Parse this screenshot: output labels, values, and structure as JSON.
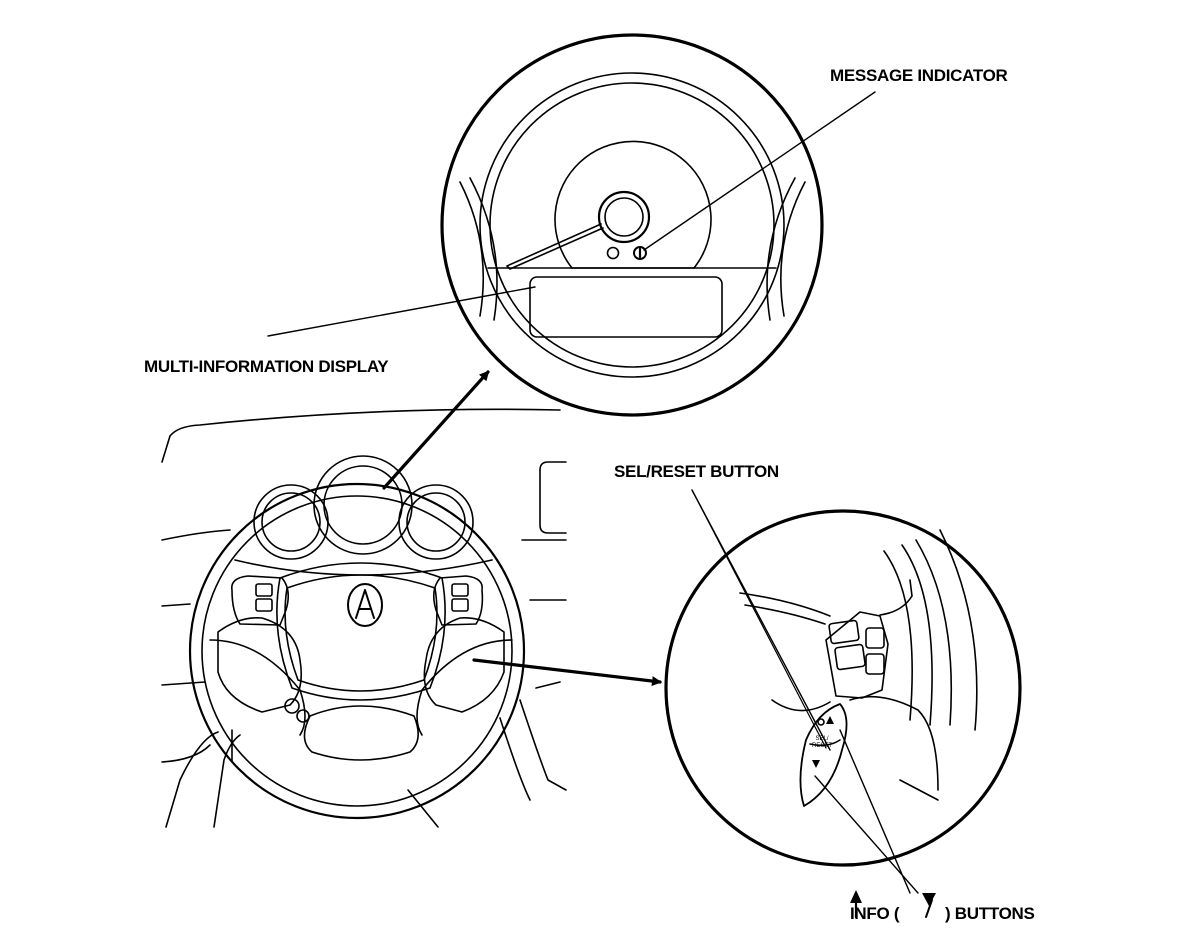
{
  "labels": {
    "message_indicator": "MESSAGE INDICATOR",
    "multi_information_display": "MULTI-INFORMATION DISPLAY",
    "sel_reset_button": "SEL/RESET BUTTON",
    "info_buttons_prefix": "INFO (",
    "info_buttons_suffix": ") BUTTONS"
  },
  "switch_panel": {
    "sel_line1": "SEL/",
    "sel_line2": "RESET"
  },
  "icons": [
    "acura-logo-icon",
    "up-arrow-icon",
    "down-arrow-icon",
    "message-indicator-icon"
  ],
  "colors": {
    "ink": "#000000",
    "paper": "#ffffff"
  }
}
